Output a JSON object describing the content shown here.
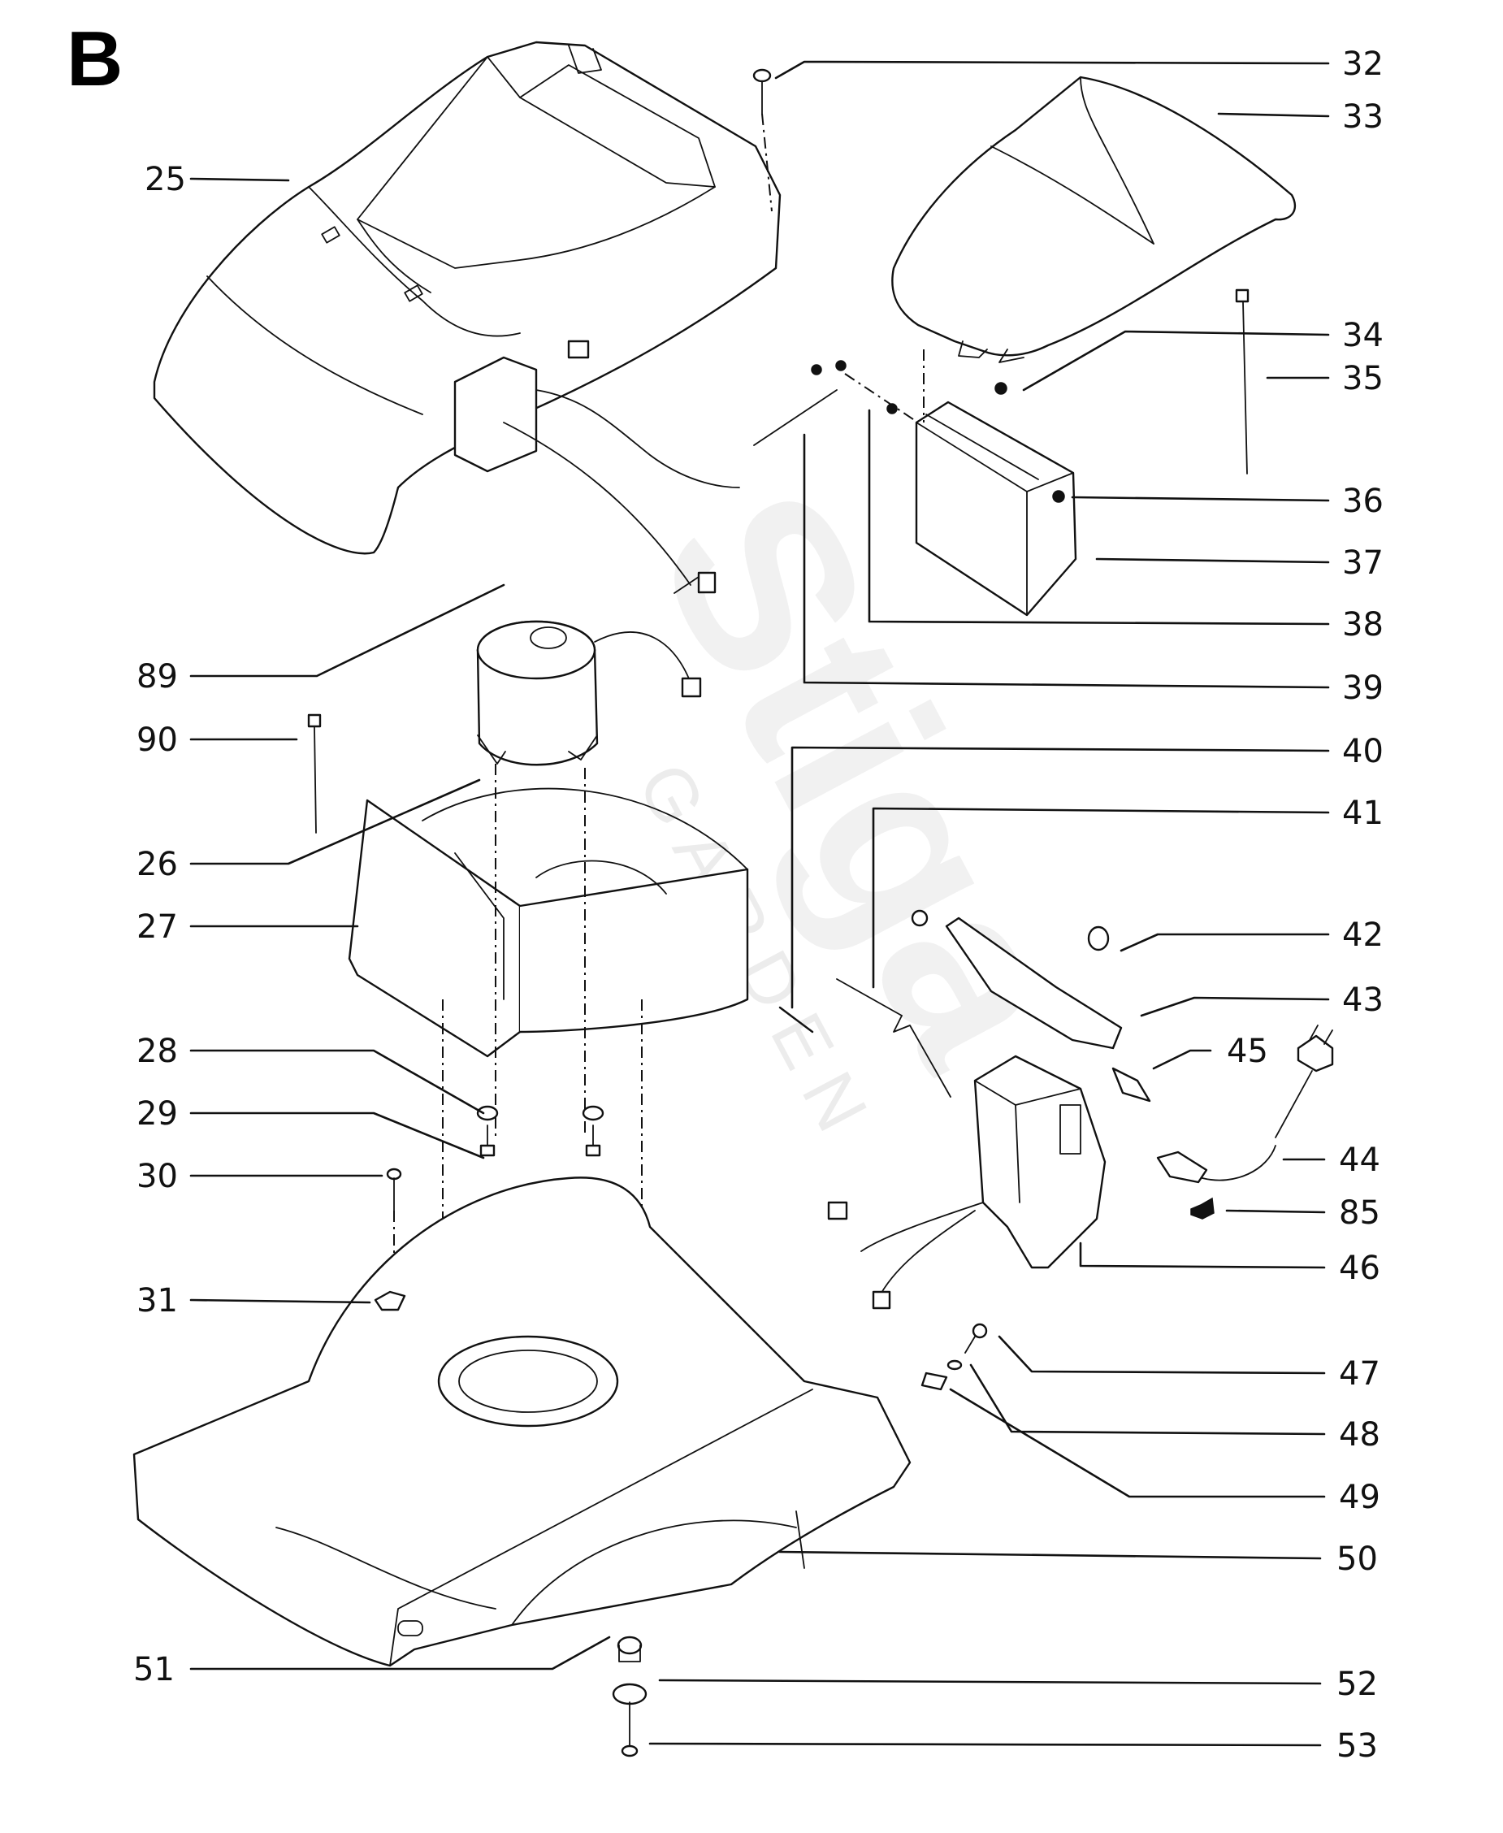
{
  "diagram": {
    "section_label": "B",
    "watermark": {
      "brand": "Stiga",
      "subtitle": "GARDEN"
    },
    "callouts": [
      {
        "id": "25",
        "side": "left"
      },
      {
        "id": "89",
        "side": "left"
      },
      {
        "id": "90",
        "side": "left"
      },
      {
        "id": "26",
        "side": "left"
      },
      {
        "id": "27",
        "side": "left"
      },
      {
        "id": "28",
        "side": "left"
      },
      {
        "id": "29",
        "side": "left"
      },
      {
        "id": "30",
        "side": "left"
      },
      {
        "id": "31",
        "side": "left"
      },
      {
        "id": "51",
        "side": "left"
      },
      {
        "id": "32",
        "side": "right"
      },
      {
        "id": "33",
        "side": "right"
      },
      {
        "id": "34",
        "side": "right"
      },
      {
        "id": "35",
        "side": "right"
      },
      {
        "id": "36",
        "side": "right"
      },
      {
        "id": "37",
        "side": "right"
      },
      {
        "id": "38",
        "side": "right"
      },
      {
        "id": "39",
        "side": "right"
      },
      {
        "id": "40",
        "side": "right"
      },
      {
        "id": "41",
        "side": "right"
      },
      {
        "id": "42",
        "side": "right"
      },
      {
        "id": "43",
        "side": "right"
      },
      {
        "id": "45",
        "side": "inner"
      },
      {
        "id": "44",
        "side": "right"
      },
      {
        "id": "85",
        "side": "right"
      },
      {
        "id": "46",
        "side": "right"
      },
      {
        "id": "47",
        "side": "right"
      },
      {
        "id": "48",
        "side": "right"
      },
      {
        "id": "49",
        "side": "right"
      },
      {
        "id": "50",
        "side": "right"
      },
      {
        "id": "52",
        "side": "right"
      },
      {
        "id": "53",
        "side": "right"
      }
    ]
  }
}
